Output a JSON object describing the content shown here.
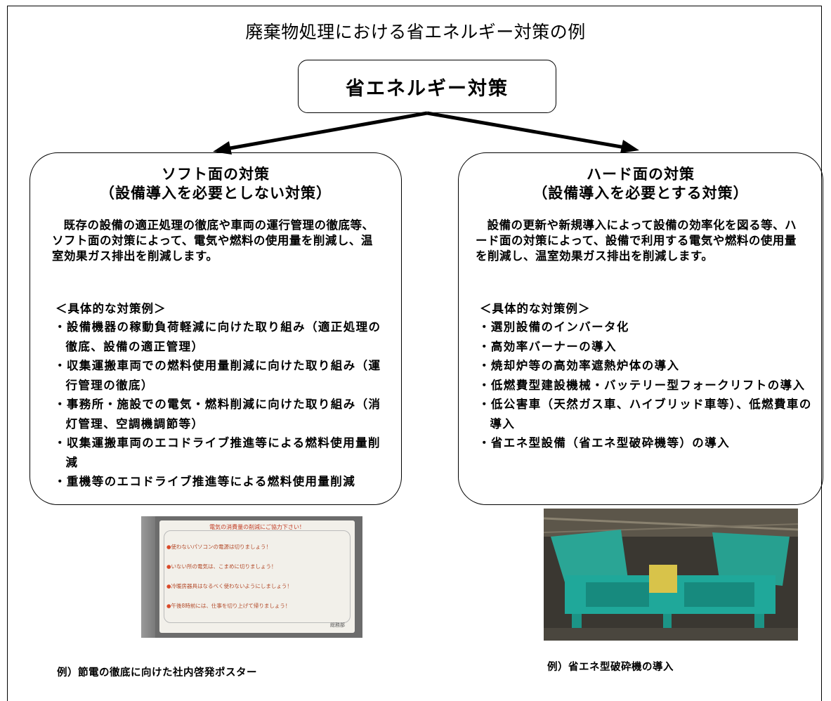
{
  "title": "廃棄物処理における省エネルギー対策の例",
  "top_box": "省エネルギー対策",
  "left": {
    "heading_line1": "ソフト面の対策",
    "heading_line2": "（設備導入を必要としない対策）",
    "description": "既存の設備の適正処理の徹底や車両の運行管理の徹底等、ソフト面の対策によって、電気や燃料の使用量を削減し、温室効果ガス排出を削減します。",
    "examples_heading": "＜具体的な対策例＞",
    "examples": [
      "・設備機器の稼動負荷軽減に向けた取り組み（適正処理の徹底、設備の適正管理）",
      "・収集運搬車両での燃料使用量削減に向けた取り組み（運行管理の徹底）",
      "・事務所・施設での電気・燃料削減に向けた取り組み（消灯管理、空調機調節等）",
      "・収集運搬車両のエコドライブ推進等による燃料使用量削減",
      "・重機等のエコドライブ推進等による燃料使用量削減"
    ],
    "poster": {
      "heading": "電気の消費量の削減にご協力下さい！",
      "lines": [
        "使わないパソコンの電源は切りましょう！",
        "いない所の電気は、こまめに切りましょう！",
        "冷暖房器具はなるべく使わないようにしましょう！",
        "午後8時前には、仕事を切り上げて帰りましょう！"
      ],
      "signature": "総務部"
    },
    "caption": "例）節電の徹底に向けた社内啓発ポスター"
  },
  "right": {
    "heading_line1": "ハード面の対策",
    "heading_line2": "（設備導入を必要とする対策）",
    "description": "設備の更新や新規導入によって設備の効率化を図る等、ハード面の対策によって、設備で利用する電気や燃料の使用量を削減し、温室効果ガス排出を削減します。",
    "examples_heading": "＜具体的な対策例＞",
    "examples": [
      "・選別設備のインバータ化",
      "・高効率バーナーの導入",
      "・焼却炉等の高効率遮熱炉体の導入",
      "・低燃費型建設機械・バッテリー型フォークリフトの導入",
      "・低公害車（天然ガス車、ハイブリッド車等）、低燃費車の導入",
      "・省エネ型設備（省エネ型破砕機等）の導入"
    ],
    "caption": "例）省エネ型破砕機の導入"
  },
  "colors": {
    "border": "#000000",
    "machine_green": "#1fa89a",
    "poster_red": "#d94a2a"
  }
}
